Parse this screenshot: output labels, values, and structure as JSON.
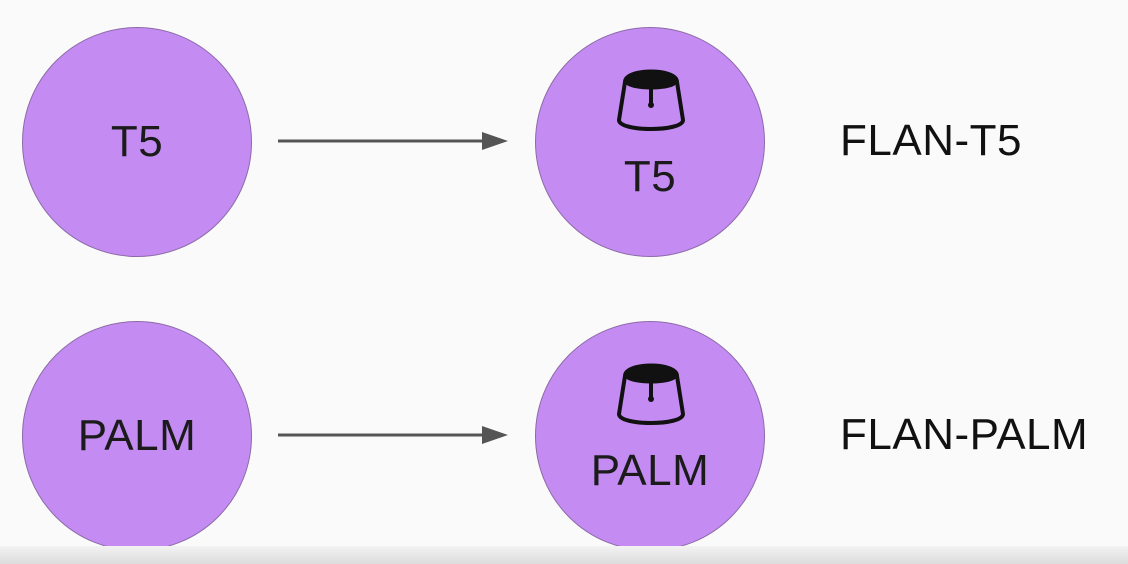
{
  "rows": [
    {
      "base_label": "T5",
      "tuned_label": "T5",
      "result_label": "FLAN-T5"
    },
    {
      "base_label": "PALM",
      "tuned_label": "PALM",
      "result_label": "FLAN-PALM"
    }
  ],
  "colors": {
    "circle_fill": "#c48cf2",
    "arrow": "#555555",
    "pudding_top": "#111111"
  }
}
